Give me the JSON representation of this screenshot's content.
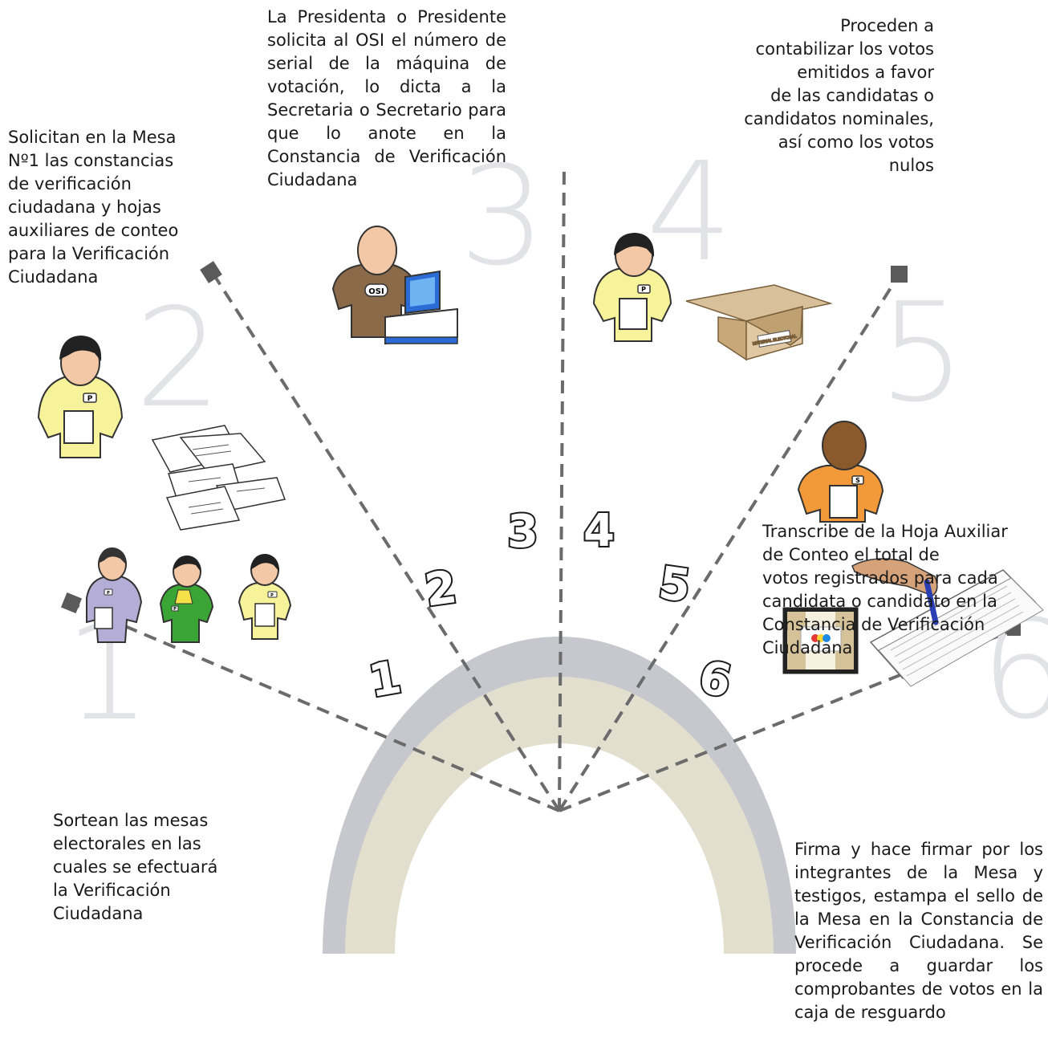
{
  "steps": [
    {
      "number": "1",
      "text": "Sortean las mesas\nelectorales en las\ncuales se efectuará\nla Verificación\nCiudadana"
    },
    {
      "number": "2",
      "text": "Solicitan en la Mesa\nNº1 las constancias\nde verificación\nciudadana y hojas\nauxiliares de conteo\npara la Verificación\nCiudadana"
    },
    {
      "number": "3",
      "text": "La Presidenta o Presidente solicita al OSI el número de serial de la máquina de votación, lo dicta a la Secretaria o Secretario para que lo anote en la Constancia de Verificación Ciudadana"
    },
    {
      "number": "4",
      "text": "Proceden a\ncontabilizar los votos\nemitidos a favor\nde las candidatas o\ncandidatos nominales,\nasí como los votos\nnulos"
    },
    {
      "number": "5",
      "text": "Transcribe de la Hoja Auxiliar\nde Conteo  el total de\nvotos registrados para cada\ncandidata o candidato en la\nConstancia de Verificación\nCiudadana"
    },
    {
      "number": "6",
      "text": "Firma y hace firmar por los integrantes de la Mesa y testigos, estampa el sello de la Mesa en la Constancia de Verificación Ciudadana. Se procede a guardar los comprobantes de votos en la caja de resguardo"
    }
  ],
  "badges": {
    "osi": "OSI",
    "p": "P",
    "s": "S"
  },
  "box_label": "MATERIAL ELECTORAL",
  "colors": {
    "outer_arc": "#c7c8cd",
    "inner_arc": "#e2dfcf",
    "ray": "#6b6b6b",
    "big_number": "#e2e3e7"
  }
}
